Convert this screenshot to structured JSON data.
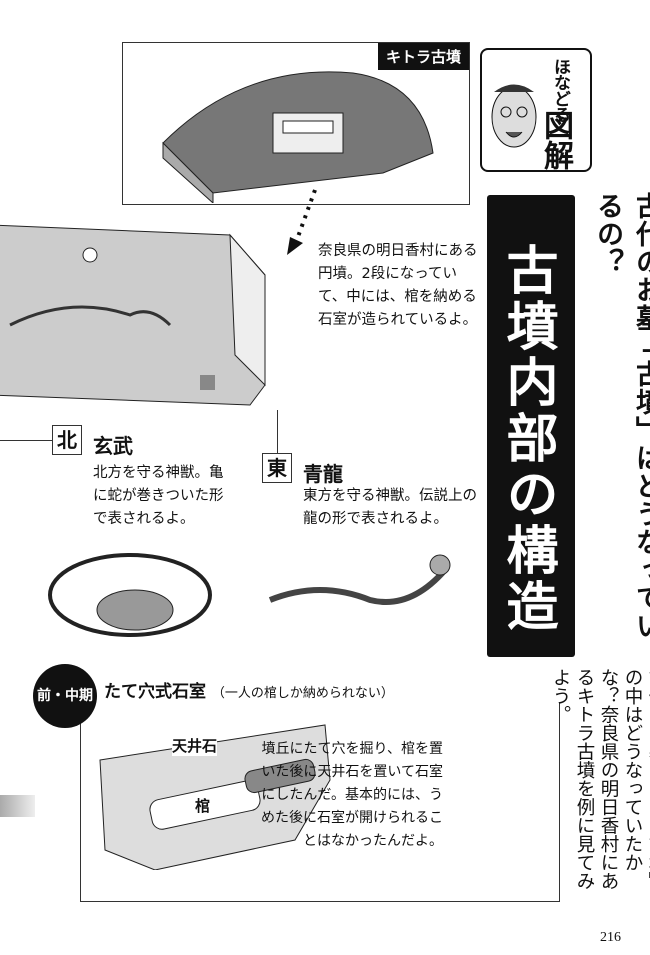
{
  "top_illustration": {
    "label": "キトラ古墳"
  },
  "badge": {
    "line1": "ほなどる",
    "line2": "図解"
  },
  "intro": {
    "text": "奈良県の明日香村にある円墳。2段になっていて、中には、棺を納める石室が造られているよ。"
  },
  "title": {
    "subtitle": "古代のお墓「古墳」はどうなっているの？",
    "main": "古墳内部の構造"
  },
  "north": {
    "direction": "北",
    "name": "玄武",
    "desc": "北方を守る神獣。亀に蛇が巻きついた形で表されるよ。"
  },
  "east": {
    "direction": "東",
    "name": "青龍",
    "desc": "東方を守る神獣。伝説上の龍の形で表されるよ。"
  },
  "section": {
    "era": "前・中期",
    "heading": "たて穴式石室",
    "note": "（一人の棺しか納められない）",
    "label_ceiling": "天井石",
    "label_coffin": "棺",
    "text": "墳丘にたて穴を掘り、棺を置いた後に天井石を置いて石室にしたんだ。基本的には、うめた後に石室が開けられることはなかったんだよ。"
  },
  "side_text": "古代のお墓である「古墳」の中はどうなっていたかな？奈良県の明日香村にあるキトラ古墳を例に見てみよう。",
  "page_number": "216"
}
